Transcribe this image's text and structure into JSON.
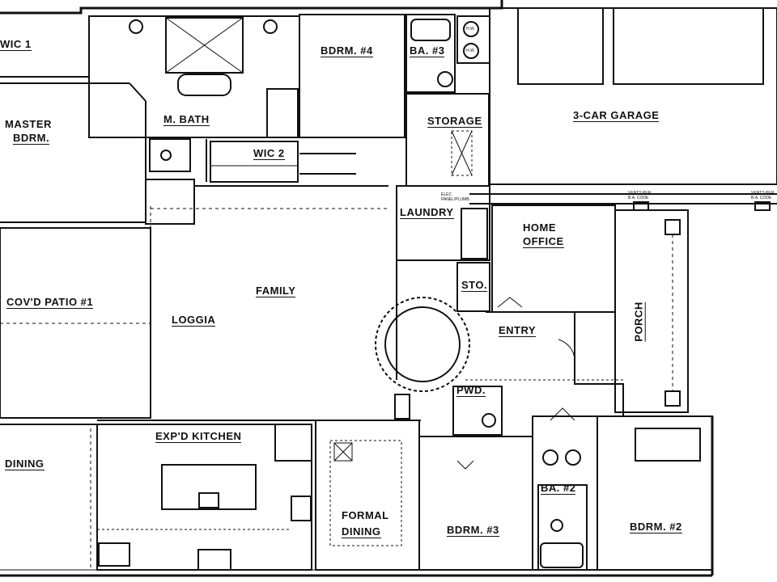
{
  "plan": {
    "rooms": {
      "wic1": "WIC 1",
      "master_line1": "MASTER",
      "master_line2": "BDRM.",
      "mbath": "M. BATH",
      "wic2": "WIC 2",
      "bdrm4": "BDRM. #4",
      "ba3": "BA. #3",
      "storage": "STORAGE",
      "garage": "3-CAR GARAGE",
      "laundry": "LAUNDRY",
      "home_office_line1": "HOME",
      "home_office_line2": "OFFICE",
      "sto": "STO.",
      "covd_patio": "COV'D PATIO #1",
      "loggia": "LOGGIA",
      "family": "FAMILY",
      "entry": "ENTRY",
      "porch": "PORCH",
      "pwd": "PWD.",
      "dining": "DINING",
      "expd_kitchen": "EXP'D KITCHEN",
      "formal_line1": "FORMAL",
      "formal_line2": "DINING",
      "bdrm3": "BDRM. #3",
      "ba2": "BA. #2",
      "bdrm2": "BDRM. #2"
    },
    "notes": {
      "vents1_line1": "VENTS PER",
      "vents1_line2": "B.A. CODE",
      "vents2_line1": "VENTS PER",
      "vents2_line2": "B.A. CODE",
      "elec_line1": "ELEC",
      "elec_line2": "PANEL/PLUMB.",
      "wh1": "H.W.",
      "wh2": "H.W."
    }
  }
}
